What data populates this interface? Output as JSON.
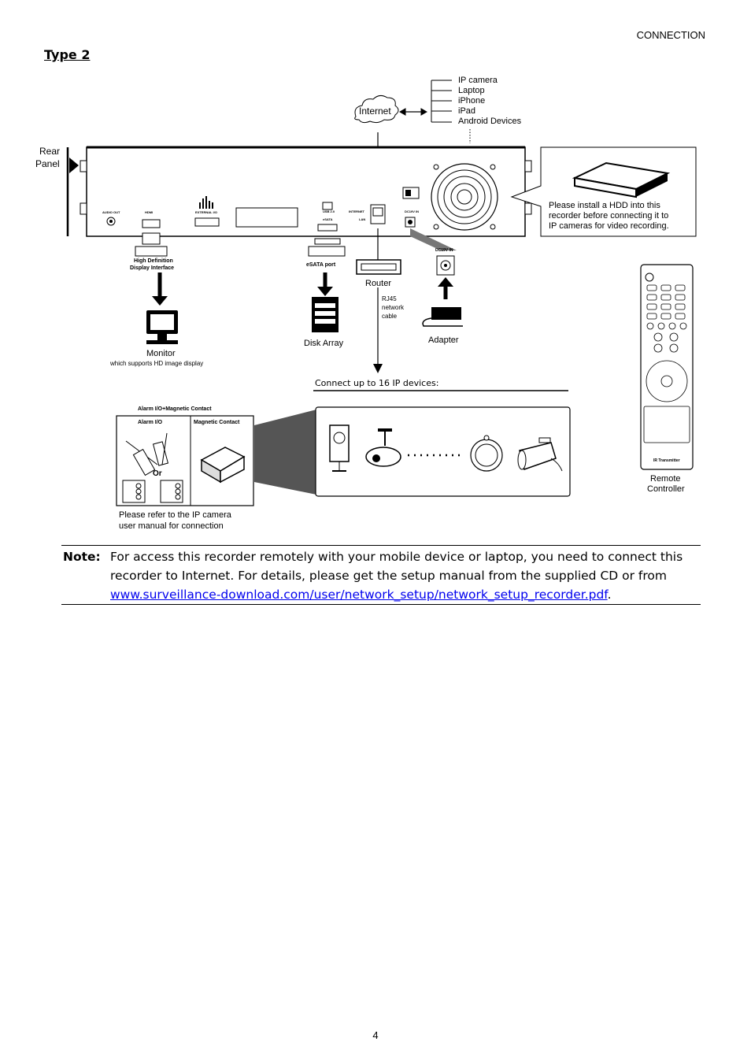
{
  "header": {
    "section": "CONNECTION"
  },
  "heading": "Type 2",
  "diagram": {
    "internet": "Internet",
    "devices": [
      "IP camera",
      "Laptop",
      "iPhone",
      "iPad",
      "Android Devices"
    ],
    "rear_panel": [
      "Rear",
      "Panel"
    ],
    "hdd_note": [
      "Please install a HDD into this",
      "recorder before connecting it to",
      "IP cameras for video recording."
    ],
    "hdmi_label": [
      "High Definition",
      "Display Interface"
    ],
    "monitor": "Monitor",
    "monitor_sub": "which supports HD image display",
    "esata": "eSATA port",
    "disk_array": "Disk Array",
    "router": "Router",
    "rj45": [
      "RJ45",
      "network",
      "cable"
    ],
    "dc_in": "DC19V IN",
    "adapter": "Adapter",
    "connect_ip": "Connect up to 16 IP devices:",
    "alarm_title": "Alarm I/O+Magnetic Contact",
    "alarm_io": "Alarm I/O",
    "magnetic": "Magnetic Contact",
    "or": "Or",
    "refer": [
      "Please refer to the IP camera",
      "user manual for connection"
    ],
    "remote": [
      "Remote",
      "Controller"
    ],
    "ir": "IR Transmitter",
    "panel_labels": {
      "audio_out": "AUDIO OUT",
      "hdmi": "HDMI",
      "external_io": "EXTERNAL I/O",
      "usb": "USB 2.0",
      "esata_port": "eSATA",
      "internet_port": "INTERNET",
      "lan": "LAN",
      "dc": "DC19V IN"
    }
  },
  "note": {
    "label": "Note:",
    "text": "For access this recorder remotely with your mobile device or laptop, you need to connect this recorder to Internet. For details, please get the setup manual from the supplied CD or from ",
    "link": "www.surveillance-download.com/user/network_setup/network_setup_recorder.pdf",
    "end": "."
  },
  "page_number": "4"
}
